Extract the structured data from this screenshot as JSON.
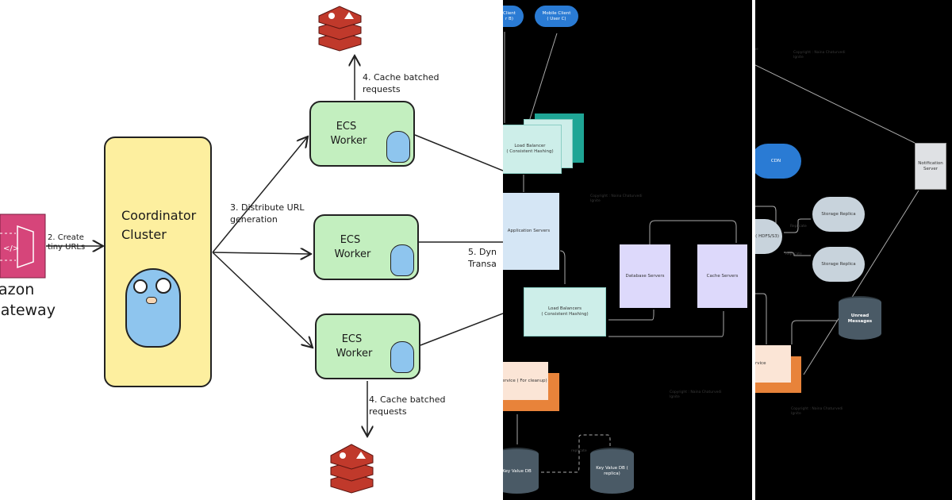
{
  "left_diagram": {
    "gateway_label_line1": "azon",
    "gateway_label_line2": "Gateway",
    "step2": "2. Create tiny URLs",
    "coordinator": "Coordinator Cluster",
    "step3": "3. Distribute URL generation",
    "workers": [
      "ECS Worker",
      "ECS Worker",
      "ECS Worker"
    ],
    "step4_top": "4. Cache batched requests",
    "step4_bottom": "4. Cache batched requests",
    "step5_line1": "5. Dyn",
    "step5_line2": "Transa",
    "colors": {
      "gateway": "#d6457a",
      "coordinator": "#fdef9f",
      "worker": "#c3efbf",
      "redis": "#c0392b",
      "gopher": "#8ec5ee"
    }
  },
  "middle_diagram": {
    "web_client": "Client\nr B)",
    "mobile_client": "Mobile Client\n( User C)",
    "load_balancer": "Load Balancer\n( Consistent Hashing)",
    "app_servers": "Application Servers",
    "database_servers": "Database Servers",
    "cache_servers": "Cache Servers",
    "load_balancers": "Load Balancers\n( Consistent Hashing)",
    "cleanup_service": "Service ( For cleanup)",
    "kv_db": "Key Value DB",
    "kv_db_replica": "Key Value DB (\nreplica)",
    "replicate": "replicate",
    "copyright": "Copyright : Naina Chaturvedi\nIgnite"
  },
  "right_diagram": {
    "cut_text": "ne",
    "cdn": "CDN",
    "storage": "e ( HDFS/S3)",
    "storage_replica": "Storage Replica",
    "replicate": "Replicate",
    "notification_server": "Notification\nServer",
    "unread_messages": "Unread Messages",
    "service": "rvice",
    "copyright": "Copyright : Naina Chaturvedi\nIgnite"
  }
}
